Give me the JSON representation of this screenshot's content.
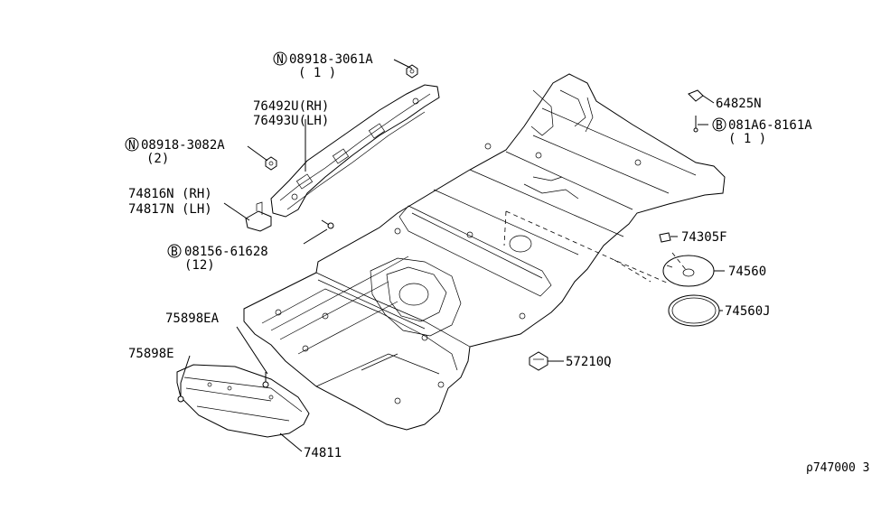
{
  "labels": {
    "nut_a": "08918-3061A",
    "nut_a_qty": "( 1 )",
    "rail_rh": "76492U(RH)",
    "rail_lh": "76493U(LH)",
    "nut_b": "08918-3082A",
    "nut_b_qty": "(2)",
    "bracket_rh": "74816N (RH)",
    "bracket_lh": "74817N (LH)",
    "bolt_c": "08156-61628",
    "bolt_c_qty": "(12)",
    "clip_d": "64825N",
    "bolt_e": "081A6-8161A",
    "bolt_e_qty": "( 1 )",
    "grommet_f": "74305F",
    "cover_g": "74560",
    "ring_h": "74560J",
    "plug_i": "57210Q",
    "screw_j": "75898EA",
    "screw_k": "75898E",
    "undercover": "74811",
    "diagram_code": "ρ747000 3"
  },
  "prefix": {
    "n": "N",
    "b": "B"
  }
}
